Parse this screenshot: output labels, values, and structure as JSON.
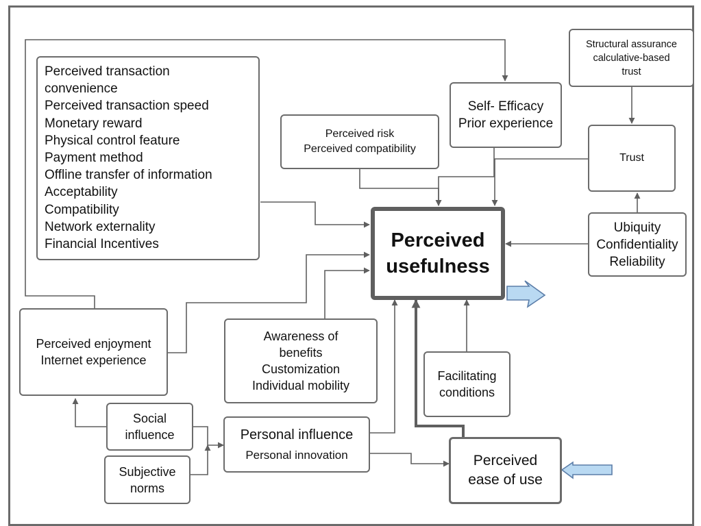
{
  "diagram": {
    "transaction_factors": [
      "Perceived transaction",
      "convenience",
      "Perceived transaction speed",
      "Monetary reward",
      "Physical control feature",
      "Payment method",
      "Offline transfer of information",
      "Acceptability",
      "Compatibility",
      "Network externality",
      "Financial Incentives"
    ],
    "structural_assurance": [
      "Structural assurance",
      "calculative-based",
      "trust"
    ],
    "self_efficacy": [
      "Self- Efficacy",
      "Prior experience"
    ],
    "risk_compat": [
      "Perceived risk",
      "Perceived compatibility"
    ],
    "trust": "Trust",
    "ubiquity": [
      "Ubiquity",
      "Confidentiality",
      "Reliability"
    ],
    "perceived_usefulness": [
      "Perceived",
      "usefulness"
    ],
    "enjoyment": [
      "Perceived enjoyment",
      "Internet experience"
    ],
    "awareness": [
      "Awareness of",
      "benefits",
      "Customization",
      "Individual mobility"
    ],
    "facilitating": [
      "Facilitating",
      "conditions"
    ],
    "social_influence": [
      "Social",
      "influence"
    ],
    "subjective_norms": [
      "Subjective",
      "norms"
    ],
    "personal_influence": "Personal influence",
    "personal_innovation": "Personal innovation",
    "perceived_ease": [
      "Perceived",
      "ease of use"
    ]
  },
  "colors": {
    "line": "#5f5f5f",
    "box_border": "#6b6b6b",
    "accent_arrow_fill": "#b9d9f2",
    "accent_arrow_stroke": "#5b7da8"
  }
}
